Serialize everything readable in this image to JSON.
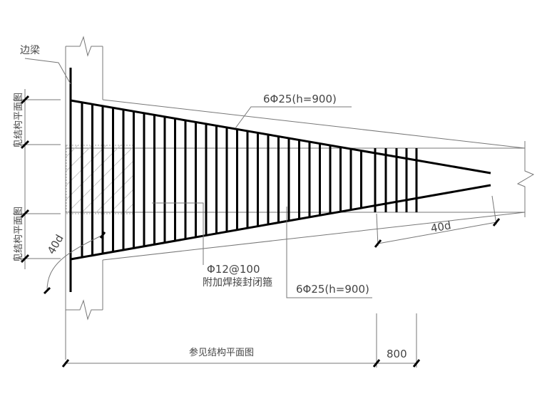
{
  "labels": {
    "edge_beam": "边梁",
    "see_plan_top": "见结构平面图",
    "see_plan_bottom": "见结构平面图",
    "rebar_top": "6Φ25(h=900)",
    "rebar_bottom": "6Φ25(h=900)",
    "stirrup_spec": "Φ12@100",
    "stirrup_note": "附加焊接封闭箍",
    "anchor_left": "40d",
    "anchor_right": "40d",
    "ref_plan": "参见结构平面图",
    "dim_800": "800"
  }
}
